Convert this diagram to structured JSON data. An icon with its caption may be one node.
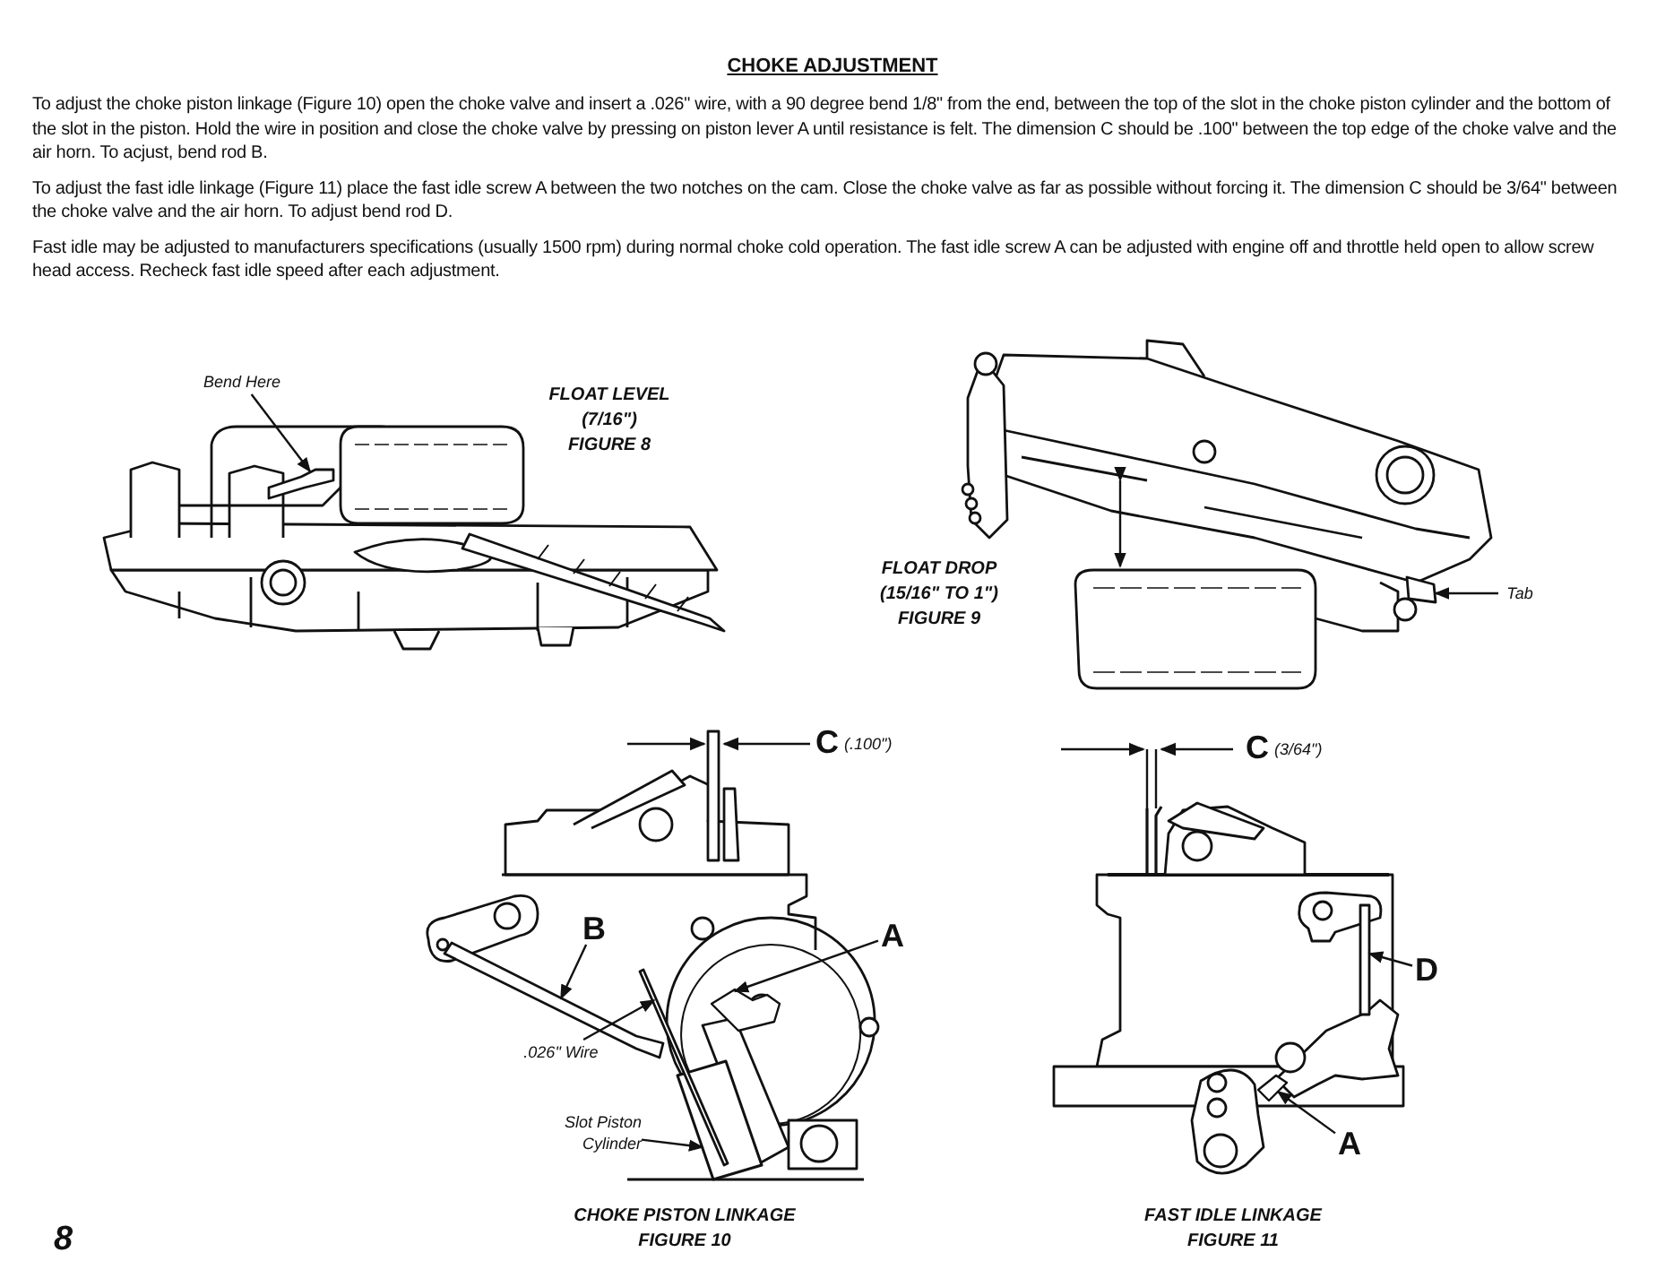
{
  "diagram": {
    "title": "CHOKE ADJUSTMENT",
    "nodes": [
      {
        "text": [
          "Bend Here"
        ]
      },
      {
        "text": [
          "Tab"
        ]
      },
      {
        "text": [
          "B"
        ]
      },
      {
        "text": [
          ".026\" Wire"
        ]
      },
      {
        "text": [
          "A"
        ]
      },
      {
        "text": [
          "Slot Piston Cylinder"
        ]
      },
      {
        "text": [
          "D"
        ]
      },
      {
        "text": [
          "A"
        ]
      },
      {
        "text": [],
        "shape": "bar"
      },
      {
        "text": [],
        "shape": "bar"
      },
      {
        "text": [],
        "shape": "bar"
      },
      {
        "text": [],
        "shape": "bar"
      },
      {
        "text": [],
        "shape": "picture"
      },
      {
        "text": [],
        "shape": "box"
      },
      {
        "text": [],
        "shape": "bar"
      },
      {
        "text": [],
        "shape": "picture"
      }
    ],
    "edges": [
      {
        "from": 0,
        "to": 8,
        "arrow": "to"
      },
      {
        "from": 1,
        "to": 9,
        "arrow": "to"
      },
      {
        "from": 2,
        "to": 10,
        "arrow": "to"
      },
      {
        "from": 3,
        "to": 11,
        "arrow": "to"
      },
      {
        "from": 4,
        "to": 12,
        "arrow": "to"
      },
      {
        "from": 5,
        "to": 13,
        "arrow": "to"
      },
      {
        "from": 6,
        "to": 14,
        "arrow": "to"
      },
      {
        "from": 7,
        "to": 15,
        "arrow": "to"
      }
    ],
    "labels": [
      "To adjust the choke piston linkage (Figure 10) open the choke valve and insert a .026\" wire, with a 90 degree bend 1/8\" from the end, between the top of the slot in the choke piston cylinder and the bottom of the slot in the piston. Hold the wire in position and close the choke valve by pressing on piston lever A until resistance is felt. The dimension C should be .100\" between the top edge of the choke valve and the air horn. To acjust, bend rod B.",
      "To adjust the fast idle linkage (Figure 11) place the fast idle screw A between the two notches on the cam. Close the choke valve as far as possible without forcing it. The dimension C should be 3/64\" between the choke valve and the air horn. To adjust bend rod D.",
      "Fast idle may be adjusted to manufacturers specifications (usually 1500 rpm) during normal choke cold operation. The fast idle screw A can be adjusted with engine off and throttle held open to allow screw head access. Recheck fast idle speed after each adjustment.",
      "FLOAT LEVEL",
      "(7/16\")",
      "FIGURE 8",
      "FLOAT DROP",
      "(15/16\" TO 1\")",
      "FIGURE 9",
      "C",
      "(.100\")",
      "C",
      "(3/64\")",
      "CHOKE PISTON LINKAGE",
      "FIGURE 10",
      "FAST IDLE LINKAGE",
      "FIGURE 11",
      "8"
    ]
  }
}
